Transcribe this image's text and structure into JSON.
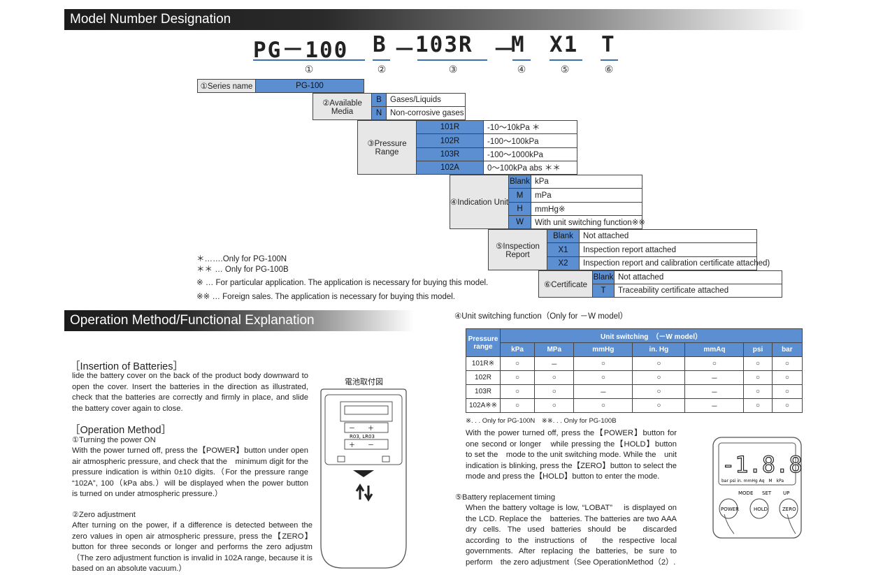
{
  "section1": {
    "title": "Model Number Designation"
  },
  "model_code": {
    "c1": "PG－100",
    "c2": "B",
    "d1": "－",
    "c3": "103R",
    "d2": "－",
    "c4": "M",
    "c5": "X1",
    "c6": "T"
  },
  "markers": [
    "①",
    "②",
    "③",
    "④",
    "⑤",
    "⑥"
  ],
  "series": {
    "label": "①Series name",
    "value": "PG-100"
  },
  "media": {
    "label": "②Available\nMedia",
    "rows": [
      {
        "code": "B",
        "desc": "Gases/Liquids"
      },
      {
        "code": "N",
        "desc": "Non-corrosive gases"
      }
    ]
  },
  "pressure": {
    "label": "③Pressure\nRange",
    "rows": [
      {
        "code": "101R",
        "desc": "-10～10kPa ＊"
      },
      {
        "code": "102R",
        "desc": "-100～100kPa"
      },
      {
        "code": "103R",
        "desc": "-100～1000kPa"
      },
      {
        "code": "102A",
        "desc": "0～100kPa abs ＊＊"
      }
    ]
  },
  "indication": {
    "label": "④Indication Unit",
    "rows": [
      {
        "code": "Blank",
        "desc": "kPa"
      },
      {
        "code": "M",
        "desc": "mPa"
      },
      {
        "code": "H",
        "desc": "mmHg※"
      },
      {
        "code": "W",
        "desc": "With unit switching function※※"
      }
    ]
  },
  "inspection": {
    "label": "⑤Inspection\nReport",
    "rows": [
      {
        "code": "Blank",
        "desc": "Not attached"
      },
      {
        "code": "X1",
        "desc": "Inspection report attached"
      },
      {
        "code": "X2",
        "desc": "Inspection report and calibration certificate attached)"
      }
    ]
  },
  "certificate": {
    "label": "⑥Certificate",
    "rows": [
      {
        "code": "Blank",
        "desc": "Not attached"
      },
      {
        "code": "T",
        "desc": "Traceability certificate attached"
      }
    ]
  },
  "notes": [
    "＊…….Only for PG-100N",
    "＊＊ … Only for PG-100B",
    "※ … For particular application. The application is necessary for buying this model.",
    "※※ … Foreign sales. The application is necessary for buying this model."
  ],
  "section2": {
    "title": "Operation Method/Functional Explanation"
  },
  "batteries": {
    "heading": "［Insertion of Batteries］",
    "text": "lide the battery cover on the back of the product body downward to open the cover. Insert the batteries in the direction as illustrated, check that the batteries are correctly and firmly in place, and slide the battery cover again to close."
  },
  "battery_figure": {
    "caption": "電池取付図",
    "label": "R03, LR03"
  },
  "operation": {
    "heading": "［Operation Method］",
    "p1_title": "①Turning the power ON",
    "p1_text": "With the power turned off, press the【POWER】button under open air atmospheric pressure, and check that the　minimum digit for the pressure indication is within 0±10 digits.（For the pressure range “102A”, 100（kPa abs.）will be displayed when the power button　is turned on under atmospheric pressure.）",
    "p2_title": "②Zero adjustment",
    "p2_text": "After turning on the power, if a difference is detected between the zero values in open air atmospheric pressure, press the【ZERO】 button for three seconds or longer and performs the zero adjustm（The zero adjustment function is invalid in 102A range, because it is based on an absolute vacuum.）"
  },
  "unit_switch": {
    "title": "④Unit switching function（Only for －W model）",
    "header_range": "Pressure range",
    "header_group": "Unit switching　（－W model）",
    "units": [
      "kPa",
      "MPa",
      "mmHg",
      "in. Hg",
      "mmAq",
      "psi",
      "bar"
    ],
    "rows": [
      {
        "range": "101R※",
        "vals": [
          "○",
          "－",
          "○",
          "○",
          "○",
          "○",
          "○"
        ]
      },
      {
        "range": "102R",
        "vals": [
          "○",
          "○",
          "○",
          "○",
          "－",
          "○",
          "○"
        ]
      },
      {
        "range": "103R",
        "vals": [
          "○",
          "○",
          "－",
          "○",
          "－",
          "○",
          "○"
        ]
      },
      {
        "range": "102A※※",
        "vals": [
          "○",
          "○",
          "○",
          "○",
          "－",
          "○",
          "○"
        ]
      }
    ],
    "note": "※. . . Only for PG-100N　※※. . . Only for PG-100B",
    "text": "With the power turned off, press the【POWER】button for one second or longer　while pressing the【HOLD】button to set the　mode to the unit switching mode. While the　unit indication is blinking, press the【ZERO】button to select the mode and press the【HOLD】button to enter the mode."
  },
  "battery_timing": {
    "title": "⑤Battery replacement timing",
    "text": "When the battery voltage is low, “LOBAT” 　is displayed on the LCD. Replace the　batteries. The batteries are two AAA dry cells. The used batteries should be　discarded according to the instructions of　the respective local governments. After replacing the batteries, be sure to perform　the zero adjustment（See OperationMethod（2）."
  },
  "device": {
    "digits": "-1.8.8.8",
    "units_row": "bar psi in. mmHg Aq　M　kPa",
    "mode": "MODE",
    "set": "SET",
    "up": "UP",
    "btn_power": "POWER",
    "btn_hold": "HOLD",
    "btn_zero": "ZERO"
  }
}
